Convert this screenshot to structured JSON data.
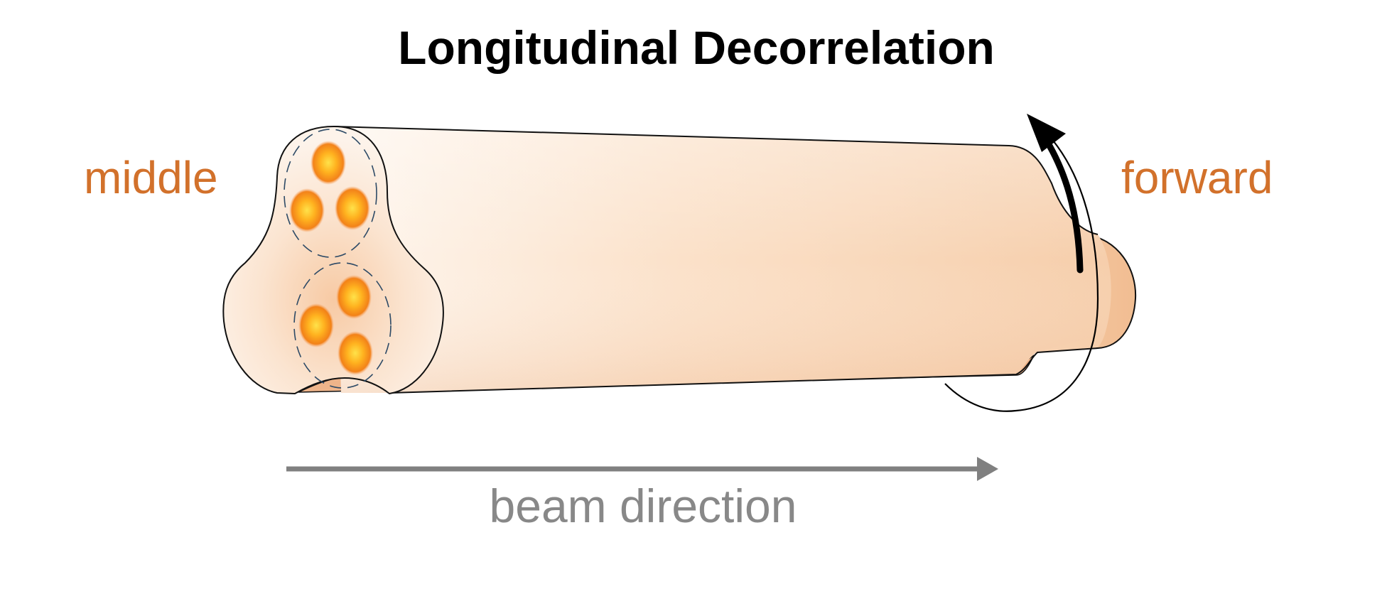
{
  "title": "Longitudinal Decorrelation",
  "labels": {
    "middle": "middle",
    "forward": "forward",
    "beam_direction": "beam direction"
  },
  "colors": {
    "title_text": "#000000",
    "side_label": "#d2712b",
    "beam_label": "#888888",
    "beam_arrow": "#808080",
    "tube_light": "#fdf0e4",
    "tube_mid": "#f8d6b6",
    "tube_dark": "#eeb48a",
    "hotspot_core": "#ffd23a",
    "hotspot_edge": "#f07a12",
    "outline": "#111111",
    "dash_circle": "#2d4a66",
    "rotation_arrow": "#000000"
  },
  "icons": {
    "beam_arrow": "right-arrow",
    "rotation": "curved-rotation-arrow"
  }
}
